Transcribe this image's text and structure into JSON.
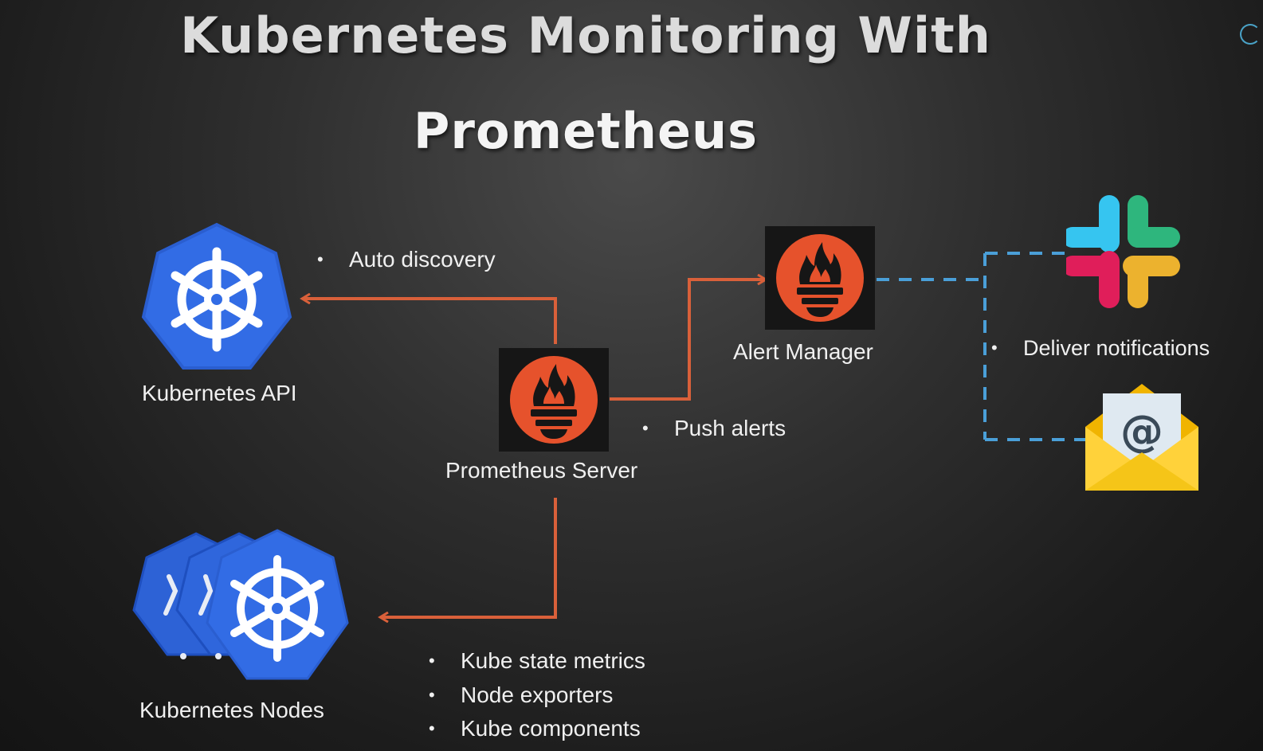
{
  "title": {
    "line1": "Kubernetes Monitoring With",
    "line2": "Prometheus"
  },
  "nodes": {
    "kubernetes_api": "Kubernetes API",
    "prometheus_server": "Prometheus Server",
    "alert_manager": "Alert Manager",
    "kubernetes_nodes": "Kubernetes Nodes"
  },
  "annotations": {
    "auto_discovery": "Auto discovery",
    "push_alerts": "Push alerts",
    "deliver_notifications": "Deliver notifications",
    "node_metrics": [
      "Kube state metrics",
      "Node exporters",
      "Kube components"
    ]
  },
  "bullet_symbol": "•",
  "colors": {
    "arrow": "#d9603a",
    "dashed": "#4a9fd8",
    "kubernetes_blue": "#326ce5",
    "prometheus_orange": "#e6522c",
    "email_yellow": "#f5c518"
  },
  "icons": [
    "kubernetes-icon",
    "prometheus-icon",
    "slack-icon",
    "email-icon"
  ]
}
